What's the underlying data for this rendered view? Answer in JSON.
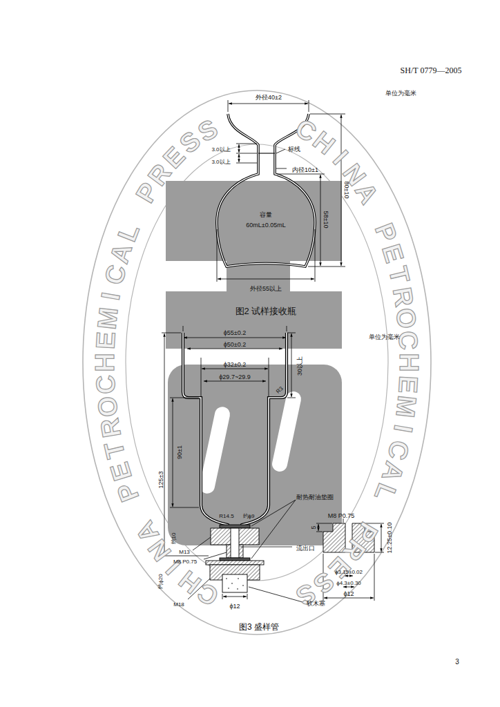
{
  "diagram": {
    "labels": [
      "SH/T 0779—2005",
      "单位为毫米",
      "外径40±2",
      "3.0以上",
      "3.0以上",
      "标线",
      "内径10±1",
      "80±10",
      "58±10",
      "容量",
      "60mL±0.05mL",
      "外径55以上",
      "图2 试样接收瓶",
      "单位为毫米",
      "ϕ55±0.2",
      "ϕ50±0.2",
      "ϕ32±0.2",
      "ϕ29.7~29.9",
      "R3",
      "30以上",
      "90±1",
      "125±3",
      "R14.5",
      "约ϕ9",
      "耐热耐油垫圈",
      "M8 P0.75",
      "5",
      "12.25±0.10",
      "约10",
      "M13",
      "M8 P0.75",
      "流出口",
      "ϕ3.15±0.02",
      "ϕ4.3±0.30",
      "约ϕ20",
      "M18",
      "ϕ12",
      "软木塞",
      "ϕ12",
      "图3 盛样管",
      "3",
      "CHINA PETROCHEMICAL PRESS",
      "CHINA PETROCHEMICAL PRESS"
    ]
  }
}
